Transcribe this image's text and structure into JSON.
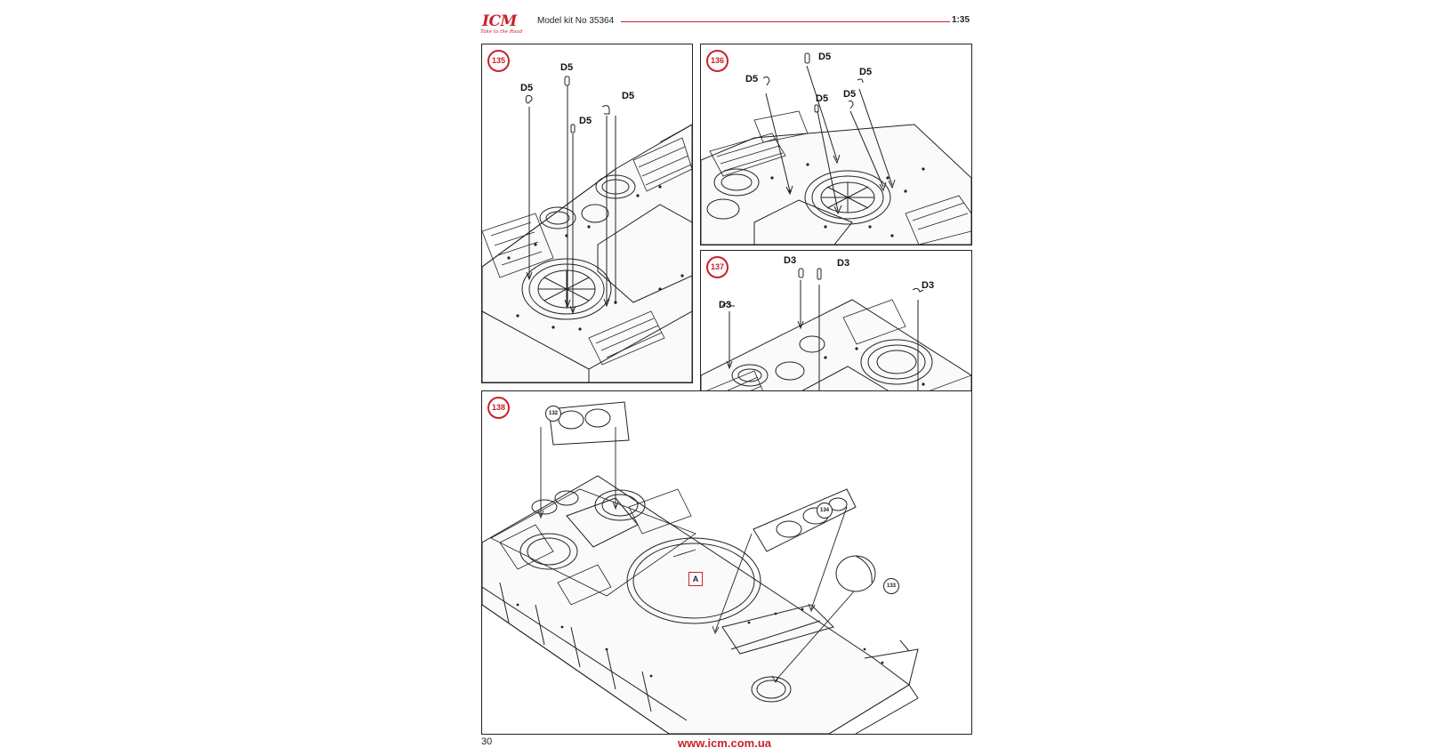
{
  "header": {
    "brand": "ICM",
    "tagline": "Take to the Road",
    "kit_title": "Model kit No 35364",
    "scale": "1:35"
  },
  "steps": [
    {
      "number": "135",
      "labels": [
        "D5",
        "D5",
        "D5",
        "D5"
      ]
    },
    {
      "number": "136",
      "labels": [
        "D5",
        "D5",
        "D5",
        "D5",
        "D5"
      ]
    },
    {
      "number": "137",
      "labels": [
        "D3",
        "D3",
        "D3",
        "D3"
      ]
    },
    {
      "number": "138",
      "refs": [
        "132",
        "134",
        "133"
      ],
      "ref_box": "A"
    }
  ],
  "footer": {
    "page_number": "30",
    "website": "www.icm.com.ua"
  },
  "colors": {
    "accent": "#c8222a",
    "line": "#222222"
  }
}
